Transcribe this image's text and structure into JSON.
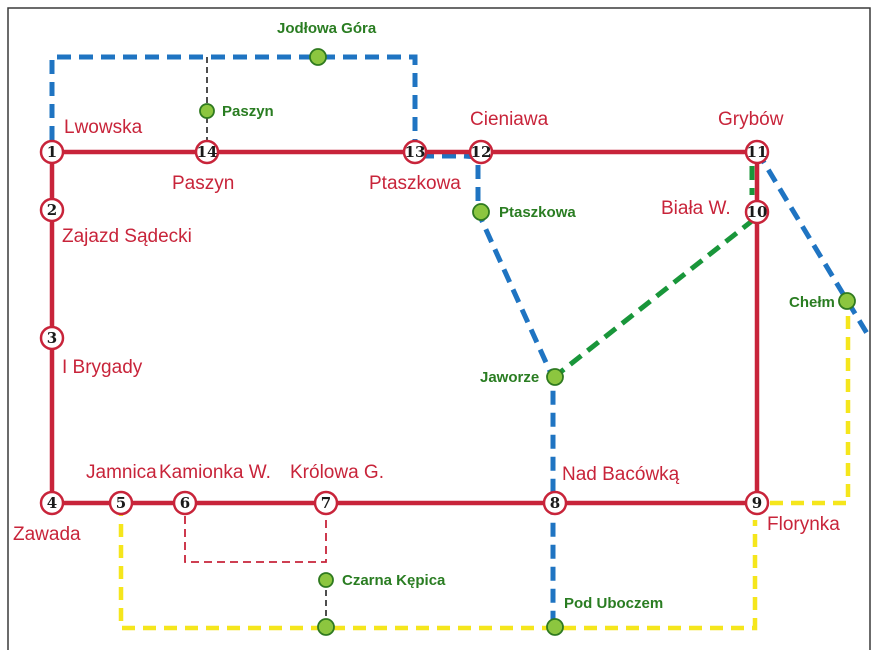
{
  "nodes": [
    {
      "number": "1",
      "label": "Lwowska"
    },
    {
      "number": "2",
      "label": "Zajazd Sądecki"
    },
    {
      "number": "3",
      "label": "I Brygady"
    },
    {
      "number": "4",
      "label": "Zawada"
    },
    {
      "number": "5",
      "label": "Jamnica"
    },
    {
      "number": "6",
      "label": "Kamionka W."
    },
    {
      "number": "7",
      "label": "Królowa G."
    },
    {
      "number": "8",
      "label": "Nad Bacówką"
    },
    {
      "number": "9",
      "label": "Florynka"
    },
    {
      "number": "10",
      "label": "Biała W."
    },
    {
      "number": "11",
      "label": "Grybów"
    },
    {
      "number": "12",
      "label": "Cieniawa"
    },
    {
      "number": "13",
      "label": "Ptaszkowa"
    },
    {
      "number": "14",
      "label": "Paszyn"
    }
  ],
  "stops": {
    "jodlowa_gora": "Jodłowa Góra",
    "paszyn": "Paszyn",
    "ptaszkowa": "Ptaszkowa",
    "jaworze": "Jaworze",
    "chelm": "Chełm",
    "czarna_kepica": "Czarna Kępica",
    "pod_uboczem": "Pod Uboczem"
  },
  "colors": {
    "red_route": "#c8243a",
    "blue_route": "#1f74c2",
    "green_route": "#19963a",
    "yellow_route": "#f5e61c",
    "stop_fill": "#8cc63f"
  }
}
